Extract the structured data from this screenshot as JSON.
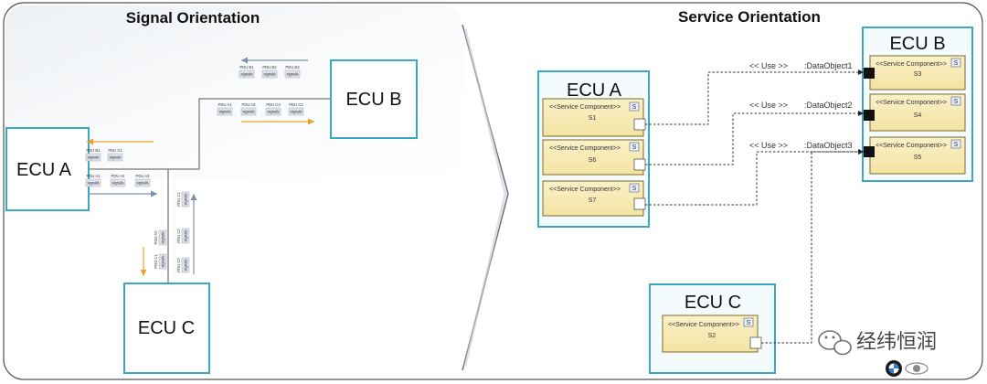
{
  "titles": {
    "left": "Signal Orientation",
    "right": "Service Orientation"
  },
  "signal": {
    "ecu_a": "ECU A",
    "ecu_b": "ECU B",
    "ecu_c": "ECU C",
    "pdu_b_top": [
      "PDU B1",
      "PDU B2",
      "PDU B3"
    ],
    "pdu_b_mid": [
      "PDU A1",
      "PDU A3",
      "PDU C3",
      "PDU C2"
    ],
    "pdu_a_in": [
      "PDU B1",
      "PDU C1"
    ],
    "pdu_a_out": [
      "PDU A1",
      "PDU A2",
      "PDU A3"
    ],
    "pdu_c_left": [
      "PDU A2",
      "PDU C1"
    ],
    "pdu_c_right": [
      "PDU C1",
      "PDU C2",
      "PDU C3"
    ],
    "signals_label": "signals"
  },
  "service": {
    "ecu_a": "ECU A",
    "ecu_b": "ECU B",
    "ecu_c": "ECU C",
    "component_label": "<<Service Component>>",
    "component_icon": "S",
    "components_a": [
      "S1",
      "S6",
      "S7"
    ],
    "components_b": [
      "S3",
      "S4",
      "S5"
    ],
    "components_c": [
      "S2"
    ],
    "links": [
      {
        "use": "<< Use >>",
        "object": ":DataObject1"
      },
      {
        "use": "<< Use >>",
        "object": ":DataObject2"
      },
      {
        "use": "<< Use >>",
        "object": ":DataObject3"
      }
    ]
  },
  "watermark": {
    "text": "经纬恒润"
  }
}
